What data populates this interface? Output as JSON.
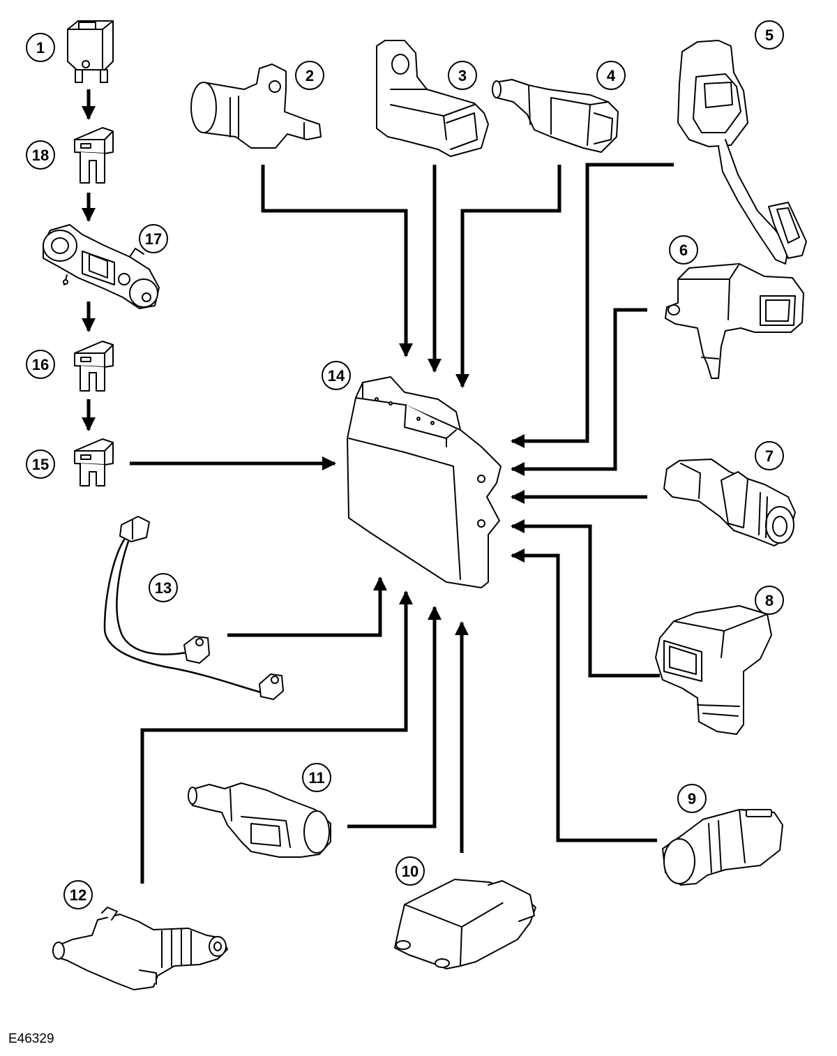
{
  "figure_ref": "E46329",
  "components": {
    "c1": {
      "number": "1",
      "icon": "relay-icon"
    },
    "c2": {
      "number": "2",
      "icon": "crankshaft-position-sensor-icon"
    },
    "c3": {
      "number": "3",
      "icon": "camshaft-position-sensor-icon"
    },
    "c4": {
      "number": "4",
      "icon": "coolant-temperature-sensor-icon"
    },
    "c5": {
      "number": "5",
      "icon": "accelerator-pedal-sensor-icon"
    },
    "c6": {
      "number": "6",
      "icon": "manifold-pressure-sensor-icon"
    },
    "c7": {
      "number": "7",
      "icon": "pressure-sensor-icon"
    },
    "c8": {
      "number": "8",
      "icon": "mass-air-flow-sensor-icon"
    },
    "c9": {
      "number": "9",
      "icon": "temperature-sensor-icon"
    },
    "c10": {
      "number": "10",
      "icon": "control-module-icon"
    },
    "c11": {
      "number": "11",
      "icon": "brake-switch-icon"
    },
    "c12": {
      "number": "12",
      "icon": "clutch-master-cylinder-icon"
    },
    "c13": {
      "number": "13",
      "icon": "knock-sensor-harness-icon"
    },
    "c14": {
      "number": "14",
      "icon": "engine-control-module-icon"
    },
    "c15": {
      "number": "15",
      "icon": "fuse-icon"
    },
    "c16": {
      "number": "16",
      "icon": "fuse-icon"
    },
    "c17": {
      "number": "17",
      "icon": "ignition-switch-icon"
    },
    "c18": {
      "number": "18",
      "icon": "fuse-icon"
    }
  }
}
